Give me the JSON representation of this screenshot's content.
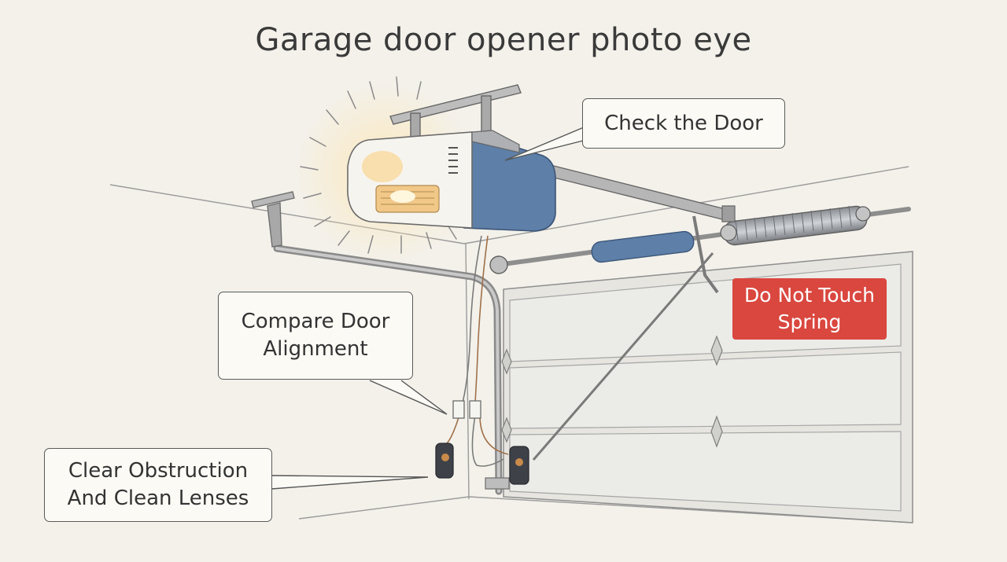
{
  "title": "Garage door opener photo eye",
  "callouts": {
    "check_door": "Check the Door",
    "compare_alignment": "Compare Door\nAlignment",
    "clear_obstruction": "Clear Obstruction\nAnd Clean Lenses"
  },
  "warning": {
    "spring": "Do Not Touch\nSpring",
    "color": "#d9473f"
  },
  "colors": {
    "background": "#f3f1ea",
    "opener_blue": "#5d7fa8",
    "light_glow": "#f4c27a"
  }
}
